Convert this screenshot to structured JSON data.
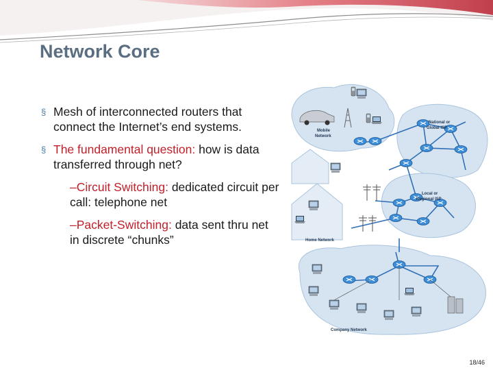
{
  "slide": {
    "title": "Network Core",
    "page_number": "18/46"
  },
  "bullets": [
    {
      "text": "Mesh of interconnected routers that connect the Internet’s end systems."
    },
    {
      "highlight": "The fundamental question:",
      "rest": " how is data transferred through net?"
    }
  ],
  "sub_bullets": [
    {
      "dash": "–",
      "highlight": "Circuit Switching:",
      "rest": " dedicated circuit per call: telephone net"
    },
    {
      "dash": "–",
      "highlight": "Packet-Switching:",
      "rest": " data sent thru net in discrete “chunks”"
    }
  ],
  "diagram": {
    "labels": {
      "mobile_1": "Mobile",
      "mobile_2": "Network",
      "isp_national_1": "National or",
      "isp_national_2": "Global ISP",
      "isp_local_1": "Local or",
      "isp_local_2": "Regional ISP",
      "home": "Home Network",
      "company": "Company Network"
    },
    "icons": [
      "router-icon",
      "computer-icon",
      "laptop-icon",
      "phone-icon",
      "car-icon",
      "tower-icon",
      "server-icon",
      "telephone-pole-icon"
    ]
  },
  "colors": {
    "title": "#5a6e82",
    "highlight": "#c0202a",
    "bullet_marker": "#4f7fa8",
    "banner_red": "#c9303a",
    "network_cloud": "#d6e4f2",
    "router": "#3d8ed8"
  }
}
